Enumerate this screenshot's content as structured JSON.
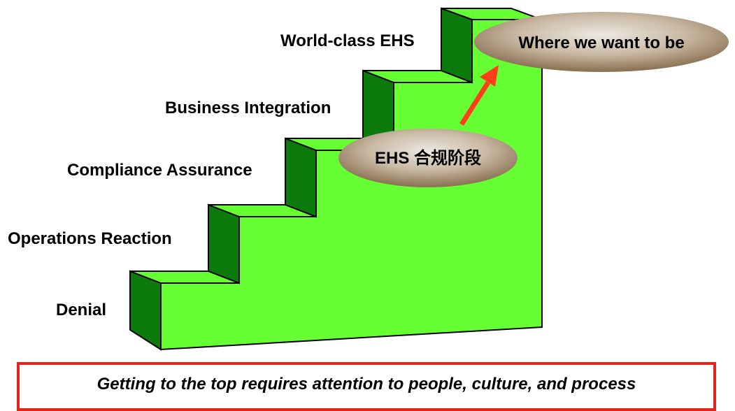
{
  "steps": [
    {
      "label": "Denial"
    },
    {
      "label": "Operations Reaction"
    },
    {
      "label": "Compliance Assurance"
    },
    {
      "label": "Business Integration"
    },
    {
      "label": "World-class EHS"
    }
  ],
  "current_stage_oval": {
    "label": "EHS 合规阶段"
  },
  "target_oval": {
    "label": "Where we want to be"
  },
  "caption": "Getting to the top requires attention to people, culture, and process",
  "colors": {
    "step_face": "#66ff33",
    "step_dark": "#0d7a0d",
    "step_darker": "#055f05",
    "oval_fill": "#8c7355",
    "oval_highlight": "#ece8e2",
    "arrow": "#ff3f1a",
    "caption_border": "#e1241e"
  }
}
